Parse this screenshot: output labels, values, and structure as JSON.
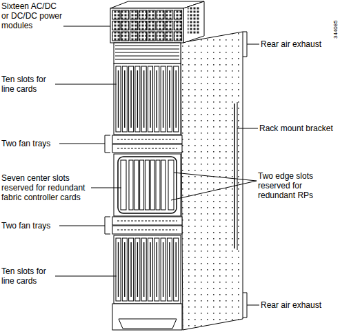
{
  "diagram": {
    "labels": [
      "Sixteen AC/DC or DC/DC power modules",
      "Ten slots for line cards",
      "Two fan trays",
      "Seven center slots reserved for redundant fabric controller cards",
      "Two fan trays",
      "Ten slots for line cards",
      "Rear air exhaust",
      "Rack mount bracket",
      "Two edge slots reserved for redundant RPs",
      "Rear air exhaust",
      "344085"
    ]
  }
}
